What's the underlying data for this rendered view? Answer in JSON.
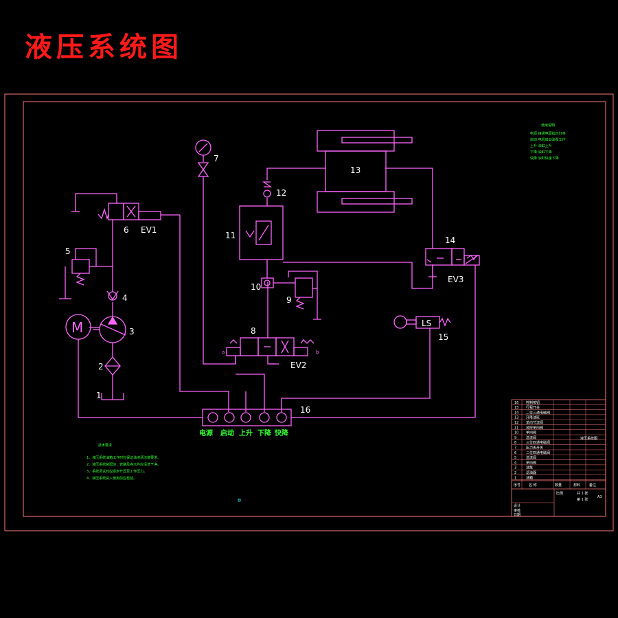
{
  "title": "液压系统图",
  "components": {
    "c1": "1",
    "c2": "2",
    "c3": "3",
    "c4": "4",
    "c5": "5",
    "c6": "6",
    "c7": "7",
    "c8": "8",
    "c9": "9",
    "c10": "10",
    "c11": "11",
    "c12": "12",
    "c13": "13",
    "c14": "14",
    "c15": "15",
    "c16": "16",
    "ev1": "EV1",
    "ev2": "EV2",
    "ev3": "EV3",
    "ls": "LS",
    "motor": "M",
    "port_a": "a",
    "port_b": "b"
  },
  "buttons": [
    "电源",
    "启动",
    "上升",
    "下降",
    "快降"
  ],
  "notes_title": "技术要求",
  "notes": [
    "1、液压系统油箱工作时应保证油液清洁度要求。",
    "2、液压系统装配前，管路及各元件应清洗干净。",
    "3、系统调试时应逐步升压至工作压力。",
    "4、液压系统投入使用前应检验。"
  ],
  "legend_title": "使用说明",
  "legend": [
    "电源  接通电源指示灯亮",
    "启动  电机启动油泵工作",
    "上升  油缸上升",
    "下降  油缸下降",
    "快降  油缸快速下降"
  ],
  "bom_rows": [
    {
      "no": "16",
      "name": "控制按钮"
    },
    {
      "no": "15",
      "name": "行程开关"
    },
    {
      "no": "14",
      "name": "二位三通电磁阀"
    },
    {
      "no": "13",
      "name": "升降油缸"
    },
    {
      "no": "12",
      "name": "单向节流阀"
    },
    {
      "no": "11",
      "name": "液控单向阀"
    },
    {
      "no": "10",
      "name": "单向阀"
    },
    {
      "no": "9",
      "name": "溢流阀"
    },
    {
      "no": "8",
      "name": "三位四通电磁阀"
    },
    {
      "no": "7",
      "name": "压力表开关"
    },
    {
      "no": "6",
      "name": "二位四通电磁阀"
    },
    {
      "no": "5",
      "name": "溢流阀"
    },
    {
      "no": "4",
      "name": "单向阀"
    },
    {
      "no": "3",
      "name": "油泵"
    },
    {
      "no": "2",
      "name": "滤油器"
    },
    {
      "no": "1",
      "name": "油箱"
    }
  ],
  "bom_header": {
    "seq": "序号",
    "name": "名 称",
    "qty": "数量",
    "material": "材料",
    "note": "备注"
  },
  "title_block": {
    "drawing_name": "液压系统图",
    "scale": "比例",
    "sheet": "第 1 张",
    "total": "共 1 张",
    "size": "A3",
    "designer": "设计",
    "checker": "审核",
    "date": "日期"
  }
}
